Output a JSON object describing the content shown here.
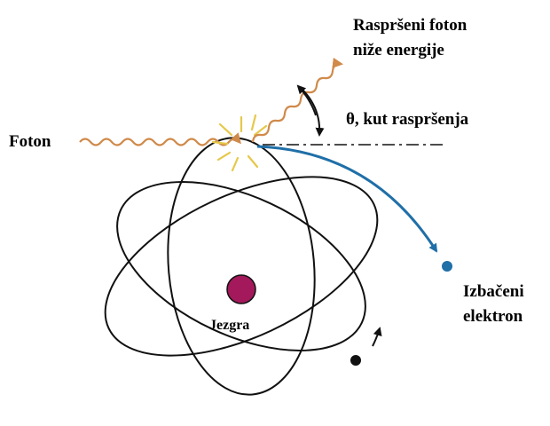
{
  "labels": {
    "incoming_photon": "Foton",
    "scattered_photon_line1": "Raspršeni foton",
    "scattered_photon_line2": "niže energije",
    "scattering_angle": "θ, kut raspršenja",
    "ejected_electron_line1": "Izbačeni",
    "ejected_electron_line2": "elektron",
    "nucleus": "Jezgra"
  },
  "colors": {
    "photon_wave": "#d08a4a",
    "collision_burst": "#e6c84a",
    "electron_path": "#1f6fa8",
    "ejected_electron": "#1f6fa8",
    "nucleus_fill": "#a3195b",
    "orbit_lines": "#111111",
    "bound_electron": "#111111"
  }
}
